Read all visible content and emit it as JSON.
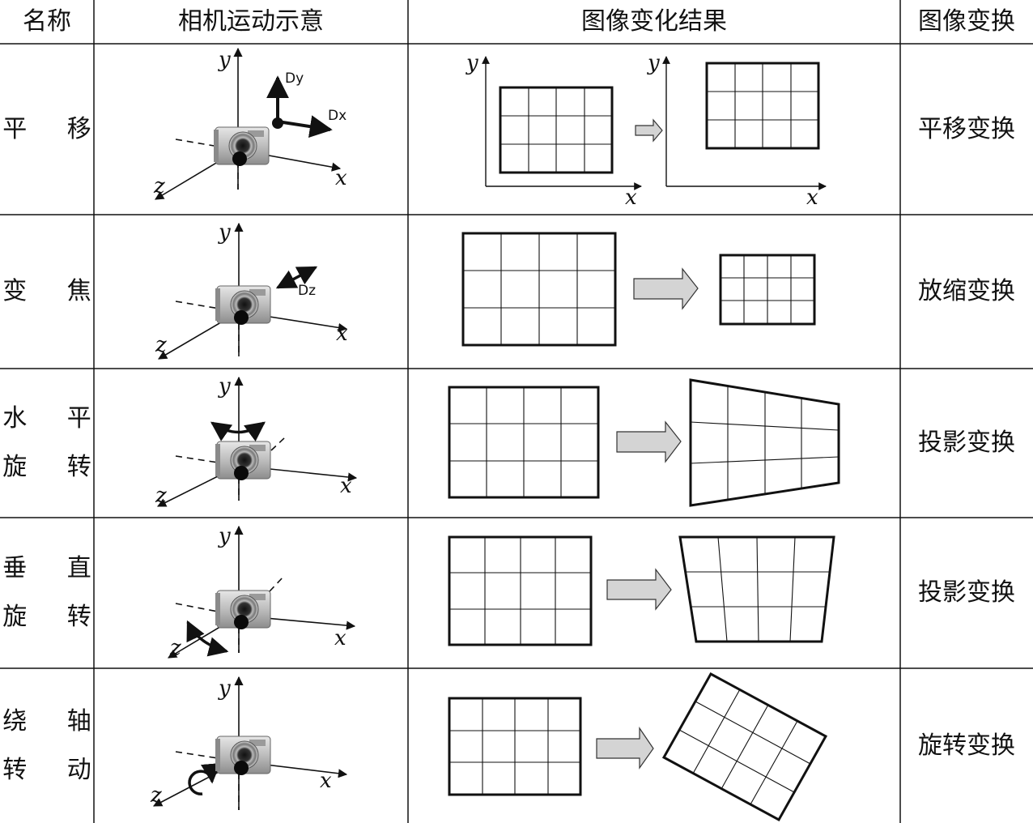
{
  "header": {
    "col_name": "名称",
    "col_motion": "相机运动示意",
    "col_result": "图像变化结果",
    "col_transform": "图像变换"
  },
  "rows": [
    {
      "name_lines": [
        "平 移"
      ],
      "transform": "平移变换",
      "motion_labels": [
        "Dy",
        "Dx"
      ]
    },
    {
      "name_lines": [
        "变 焦"
      ],
      "transform": "放缩变换",
      "motion_labels": [
        "Dz"
      ]
    },
    {
      "name_lines": [
        "水 平",
        "旋 转"
      ],
      "transform": "投影变换",
      "motion_labels": []
    },
    {
      "name_lines": [
        "垂 直",
        "旋 转"
      ],
      "transform": "投影变换",
      "motion_labels": []
    },
    {
      "name_lines": [
        "绕 轴",
        "转 动"
      ],
      "transform": "旋转变换",
      "motion_labels": []
    }
  ],
  "axes": {
    "x": "x",
    "y": "y",
    "z": "z"
  },
  "colors": {
    "line": "#111111",
    "arrow_fill": "#d4d4d4",
    "camera_body": "#bdbdbd"
  }
}
